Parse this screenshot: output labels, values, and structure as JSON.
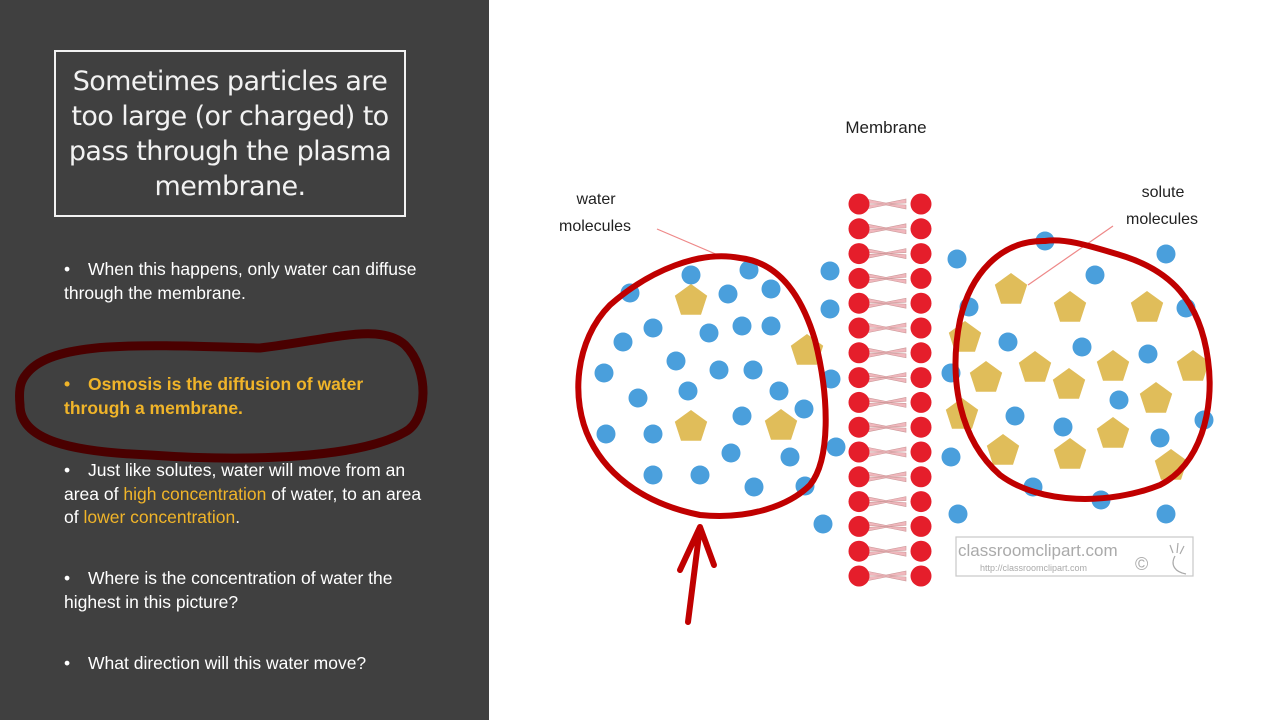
{
  "slide": {
    "title": "Sometimes particles are too large (or charged) to pass through the plasma membrane.",
    "bullets": [
      {
        "id": "b1",
        "text": "When this happens, only water can diffuse through the membrane."
      },
      {
        "id": "b2",
        "text": "Osmosis is the diffusion of water through a membrane.",
        "emphasis": "bold-highlight"
      },
      {
        "id": "b3",
        "parts": [
          "Just like solutes, water will move from an area of ",
          "high concentration",
          " of water, to an area of ",
          "lower concentration",
          "."
        ]
      },
      {
        "id": "b4",
        "text": "Where is the concentration of water the highest in this picture?"
      },
      {
        "id": "b5",
        "text": "What direction will this water move?"
      }
    ],
    "bullet_char": "•"
  },
  "diagram": {
    "membrane_label": "Membrane",
    "water_label_line1": "water",
    "water_label_line2": "molecules",
    "solute_label_line1": "solute",
    "solute_label_line2": "molecules",
    "watermark_main": "classroomclipart.com",
    "watermark_url": "http://classroomclipart.com",
    "watermark_symbol": "©",
    "phospholipid_rows": 16
  },
  "colors": {
    "panel_bg": "#404040",
    "highlight": "#f0b429",
    "water": "#4a9fdc",
    "solute": "#e0bd5a",
    "head": "#e51e2b",
    "tail": "#f1b7bd",
    "annotation_red": "#c00000",
    "annotation_dark": "#4a0000"
  }
}
